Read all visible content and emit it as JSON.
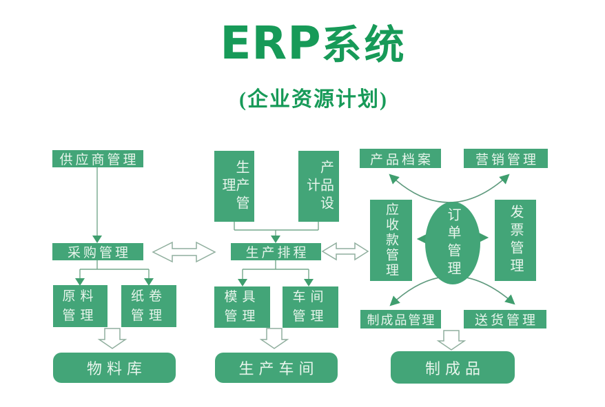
{
  "title": {
    "en": "ERP",
    "cn": "系统"
  },
  "subtitle": "(企业资源计划)",
  "colors": {
    "title_green": "#179a58",
    "box_green": "#43a578",
    "box_text": "#e8f5ec",
    "line_green": "#74a78c",
    "arrowhead_green": "#3f9e6e",
    "hollow_outline": "#8fae9d",
    "background": "#ffffff"
  },
  "nodes": {
    "supplier": "供应商管理",
    "purchase": "采购管理",
    "raw_material": "原料管理",
    "paper_roll": "纸卷管理",
    "material_store": "物料库",
    "production_mgmt": "生产管理",
    "product_design": "产品设计",
    "production_schedule": "生产排程",
    "mold_mgmt": "模具管理",
    "workshop_mgmt": "车间管理",
    "production_workshop": "生产车间",
    "product_archive": "产品档案",
    "marketing": "营销管理",
    "receivables": "应收款管理",
    "order_mgmt": "订单管理",
    "invoice": "发票管理",
    "finished_goods_mgmt": "制成品管理",
    "delivery": "送货管理",
    "finished_goods": "制成品"
  }
}
